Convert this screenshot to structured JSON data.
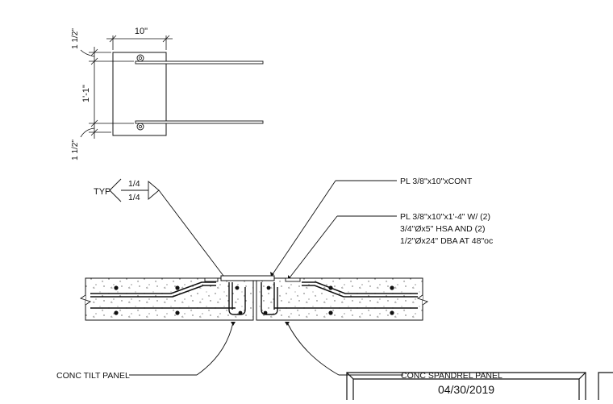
{
  "drawing": {
    "plate_detail": {
      "dim_width": "10\"",
      "dim_top_edge": "1 1/2\"",
      "dim_spacing": "1'-1\"",
      "dim_bottom_edge": "1 1/2\""
    },
    "weld_symbol": {
      "typ": "TYP",
      "size_top": "1/4",
      "size_bottom": "1/4"
    },
    "callouts": {
      "plate_cont": "PL 3/8\"x10\"xCONT",
      "plate_hsa_line1": "PL 3/8\"x10\"x1'-4\" W/ (2)",
      "plate_hsa_line2": "3/4\"Øx5\" HSA AND (2)",
      "plate_hsa_line3": "1/2\"Øx24\" DBA AT 48\"oc",
      "tilt_panel": "CONC TILT PANEL",
      "spandrel_panel": "CONC SPANDREL PANEL"
    },
    "date": "04/30/2019"
  }
}
